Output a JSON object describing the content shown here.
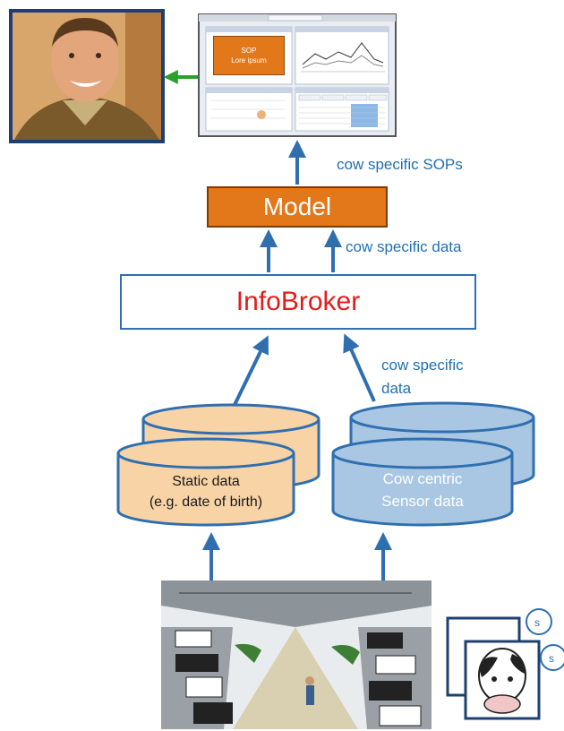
{
  "labels": {
    "sops": "cow specific SOPs",
    "cow_data": "cow  specific data",
    "cow_specific_line1": "cow specific",
    "cow_specific_line2": "data"
  },
  "boxes": {
    "model": "Model",
    "infobroker": "InfoBroker"
  },
  "cylinders": {
    "static_line1": "Static data",
    "static_line2": "(e.g. date of birth)",
    "sensor_line1": "Cow centric",
    "sensor_line2": "Sensor data"
  },
  "dashboard": {
    "sop_line1": "SOP",
    "sop_line2": "Lore ipsum"
  },
  "colors": {
    "arrow_blue": "#2f6fb0",
    "label_blue": "#1f6fb2",
    "model_orange": "#e2781a",
    "infobroker_red": "#e41b1b",
    "static_fill": "#f8d3a6",
    "sensor_fill": "#a9c6e2",
    "portrait_arrow_green": "#2aa02a"
  },
  "icons": [
    "portrait-photo",
    "dashboard-screenshot",
    "barn-illustration",
    "cow-sensor-icon"
  ]
}
